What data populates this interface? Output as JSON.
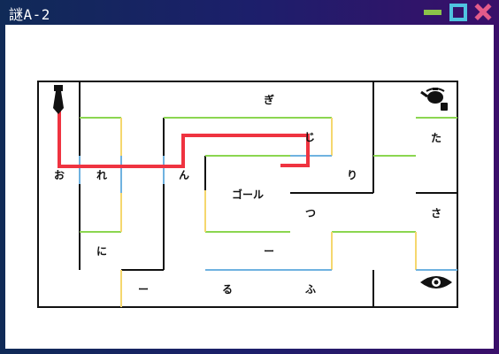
{
  "window": {
    "title": "謎A-2",
    "buttons": {
      "minimize": "minimize",
      "maximize": "maximize",
      "close": "close"
    }
  },
  "colors": {
    "titlebar_left": "#102a57",
    "titlebar_right": "#3a0f6a",
    "minimize": "#8bc34a",
    "maximize": "#4fc3e0",
    "close": "#e45b8a",
    "wall": "#111111",
    "green_line": "#8bd650",
    "yellow_line": "#f5d76e",
    "blue_line": "#6fb2e0",
    "path": "#ef3340"
  },
  "maze": {
    "labels": {
      "gi": "ぎ",
      "ji": "じ",
      "ta": "た",
      "o": "お",
      "re": "れ",
      "n": "ん",
      "ri": "り",
      "goal": "ゴール",
      "tsu": "つ",
      "sa": "さ",
      "ni": "に",
      "dash_mid": "ー",
      "dash_bottom": "ー",
      "ru": "る",
      "fu": "ふ"
    },
    "icons": {
      "start": "necktie-icon",
      "kettle": "teapot-icon",
      "eye": "eye-icon"
    }
  }
}
